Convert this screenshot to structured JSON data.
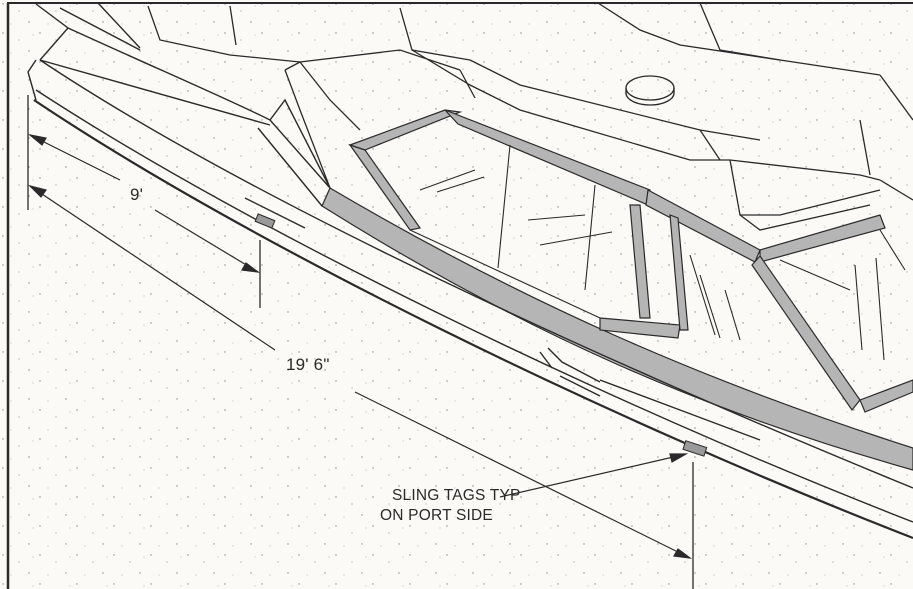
{
  "dimensions": {
    "short": "9'",
    "long": "19' 6\""
  },
  "callout": {
    "line1": "SLING TAGS TYP",
    "line2": "ON PORT SIDE"
  },
  "colors": {
    "ink": "#2a2a2a",
    "paper": "#fbfaf6",
    "gunwale_tone": "#a9a9a9",
    "tag_fill": "#9a9a9a"
  }
}
